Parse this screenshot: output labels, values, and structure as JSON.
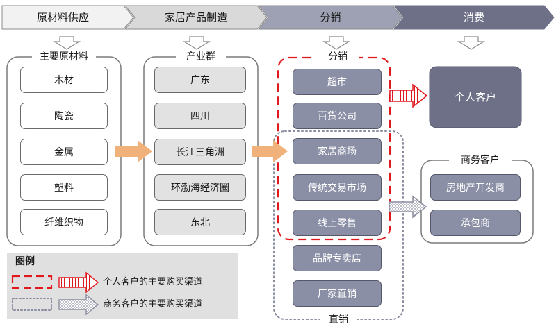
{
  "stages": [
    "原材料供应",
    "家居产品制造",
    "分销",
    "消费"
  ],
  "raw_materials": {
    "title": "主要原材料",
    "items": [
      "木材",
      "陶瓷",
      "金属",
      "塑料",
      "纤维织物"
    ]
  },
  "clusters": {
    "title": "产业群",
    "items": [
      "广东",
      "四川",
      "长江三角洲",
      "环渤海经济圈",
      "东北"
    ]
  },
  "distribution": {
    "top_label": "分销",
    "bottom_label": "直销",
    "items": [
      "超市",
      "百货公司",
      "家居商场",
      "传统交易市场",
      "线上零售",
      "品牌专卖店",
      "厂家直销"
    ]
  },
  "consumers": {
    "individual": "个人客户",
    "business_title": "商务客户",
    "business_items": [
      "房地产开发商",
      "承包商"
    ]
  },
  "legend": {
    "title": "图例",
    "individual_channel": "个人客户的主要购买渠道",
    "business_channel": "商务客户的主要购买渠道"
  },
  "colors": {
    "stage_1": "#f2f2f2",
    "stage_2": "#d9d9d9",
    "stage_3": "#9ea1b3",
    "stage_4": "#6d7087",
    "cluster_box": "#e2e2e2",
    "channel_box": "#8b8fa6",
    "flow_arrow": "#f0b27a",
    "individual_channel": "#e0191e",
    "business_channel": "#8a8d9f"
  }
}
